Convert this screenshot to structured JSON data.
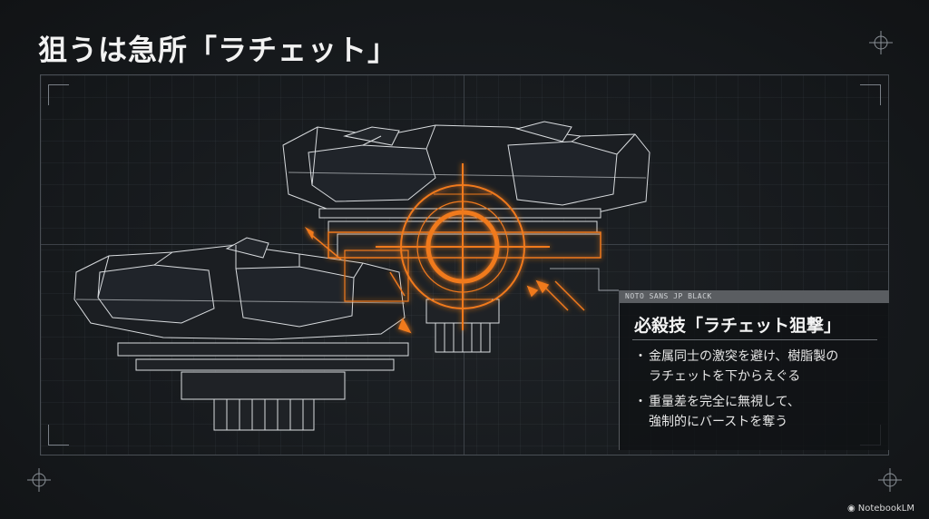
{
  "slide": {
    "title": "狙うは急所「ラチェット」"
  },
  "panel": {
    "header": "NOTO SANS JP BLACK",
    "title": "必殺技「ラチェット狙撃」",
    "bullets": [
      {
        "line1": "金属同士の激突を避け、樹脂製の",
        "line2": "ラチェットを下からえぐる"
      },
      {
        "line1": "重量差を完全に無視して、",
        "line2": "強制的にバーストを奪う"
      }
    ]
  },
  "branding": {
    "label": "NotebookLM"
  },
  "colors": {
    "accent": "#f07a1e",
    "wireframe": "#d9dcdf",
    "background": "#16191d"
  },
  "icons": [
    "crosshair-icon",
    "arrow-icon",
    "notebooklm-logo-icon"
  ]
}
